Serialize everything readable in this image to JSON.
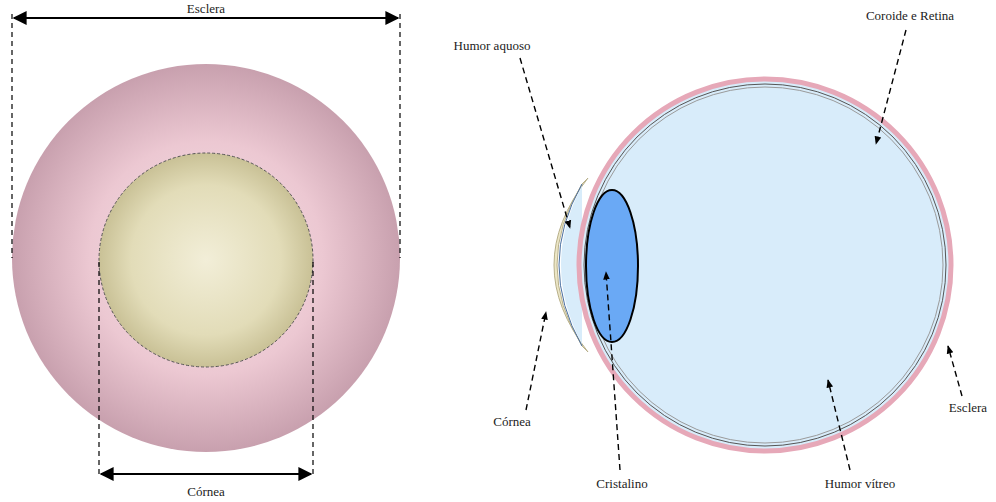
{
  "diagram": {
    "labels": [
      "Esclera",
      "Córnea",
      "Humor aquoso",
      "Coroide e Retina",
      "Córnea",
      "Cristalino",
      "Esclera",
      "Humor vítreo"
    ]
  }
}
